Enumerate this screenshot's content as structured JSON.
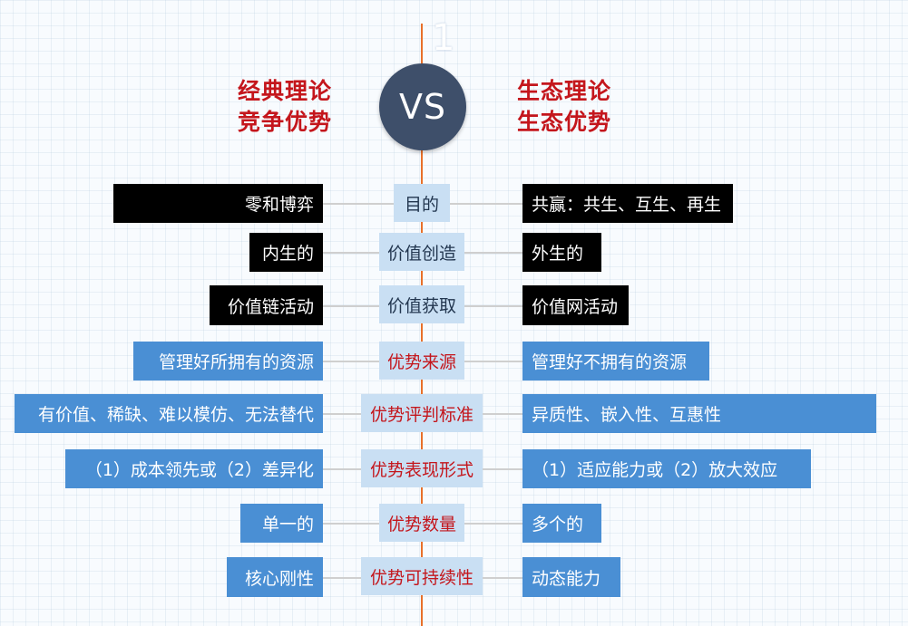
{
  "slide_number": "1",
  "left_title": {
    "line1": "经典理论",
    "line2": "竞争优势"
  },
  "vs_label": "VS",
  "right_title": {
    "line1": "生态理论",
    "line2": "生态优势"
  },
  "rows": [
    {
      "center": "目的",
      "left": "零和博弈",
      "right": "共赢：共生、互生、再生"
    },
    {
      "center": "价值创造",
      "left": "内生的",
      "right": "外生的"
    },
    {
      "center": "价值获取",
      "left": "价值链活动",
      "right": "价值网活动"
    },
    {
      "center": "优势来源",
      "left": "管理好所拥有的资源",
      "right": "管理好不拥有的资源"
    },
    {
      "center": "优势评判标准",
      "left": "有价值、稀缺、难以模仿、无法替代",
      "right": "异质性、嵌入性、互惠性"
    },
    {
      "center": "优势表现形式",
      "left": "（1）成本领先或（2）差异化",
      "right": "（1）适应能力或（2）放大效应"
    },
    {
      "center": "优势数量",
      "left": "单一的",
      "right": "多个的"
    },
    {
      "center": "优势可持续性",
      "left": "核心刚性",
      "right": "动态能力"
    }
  ]
}
